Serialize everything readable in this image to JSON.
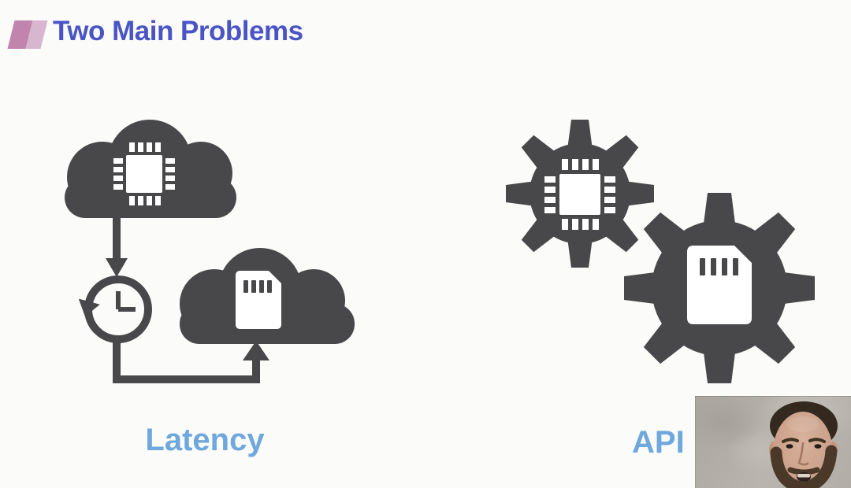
{
  "slide": {
    "title": "Two Main Problems",
    "left_label": "Latency",
    "right_label": "API"
  },
  "icons": {
    "header_bullet": "parallelogram-bullet-icon",
    "left_group": [
      "cloud-cpu-icon",
      "down-arrow-icon",
      "history-clock-icon",
      "cloud-memory-icon",
      "loop-arrow-icon"
    ],
    "right_group": [
      "gear-cpu-icon",
      "gear-memory-icon"
    ],
    "overlay": "webcam-video"
  },
  "colors": {
    "background": "#fbfbfa",
    "title_blue": "#4a54c5",
    "label_blue": "#6fa8dc",
    "icon_dark": "#48484a",
    "bullet_dark": "#c184ad",
    "bullet_light": "#d9b6d0"
  }
}
